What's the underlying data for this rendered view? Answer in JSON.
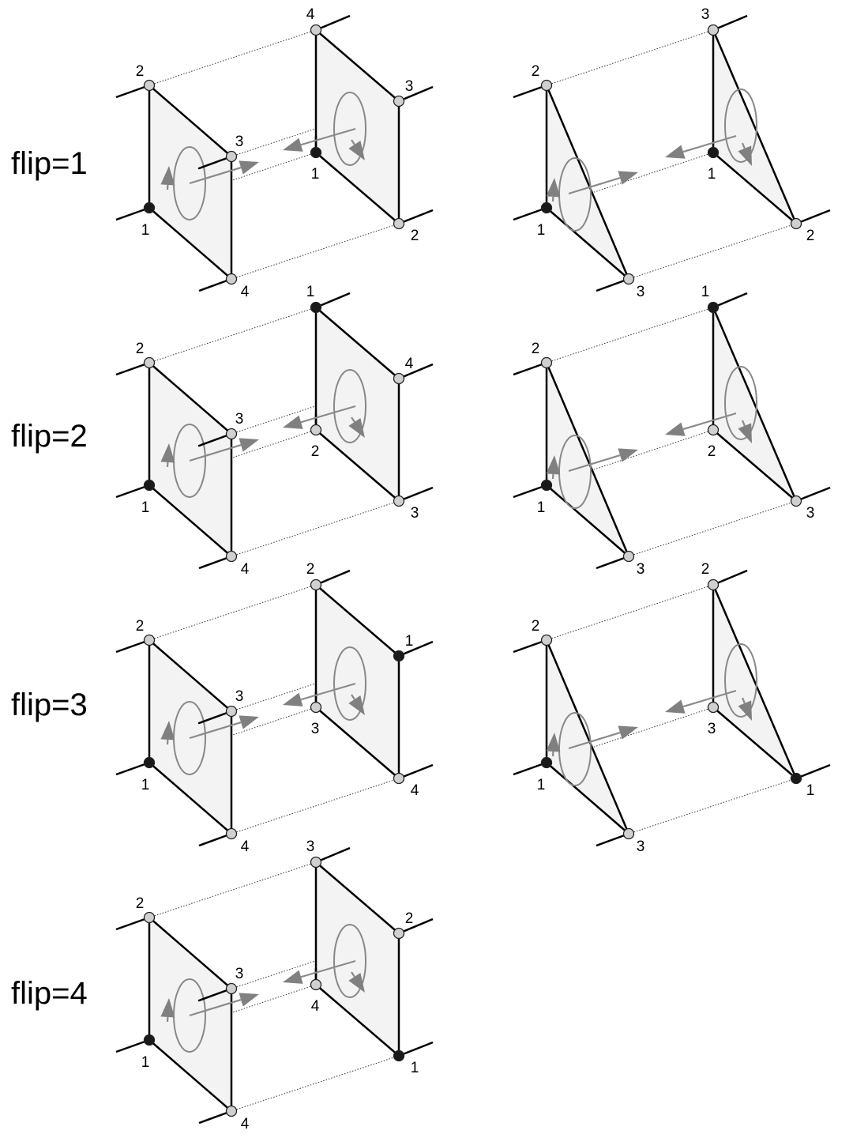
{
  "rows": [
    {
      "label": "flip=1"
    },
    {
      "label": "flip=2"
    },
    {
      "label": "flip=3"
    },
    {
      "label": "flip=4"
    }
  ],
  "diagrams": [
    {
      "row": 0,
      "kind": "quad",
      "left": [
        "1",
        "2",
        "3",
        "4"
      ],
      "right": {
        "top": "4",
        "upperRight": "3",
        "center": "1",
        "lowerRight": "2"
      },
      "dark_left": "1",
      "dark_right": "center"
    },
    {
      "row": 0,
      "kind": "tri",
      "left": [
        "1",
        "2",
        "3"
      ],
      "right": {
        "top": "3",
        "center": "1",
        "lowerRight": "2"
      },
      "dark_left": "1",
      "dark_right": "center"
    },
    {
      "row": 1,
      "kind": "quad",
      "left": [
        "1",
        "2",
        "3",
        "4"
      ],
      "right": {
        "top": "1",
        "upperRight": "4",
        "center": "2",
        "lowerRight": "3"
      },
      "dark_left": "1",
      "dark_right": "top"
    },
    {
      "row": 1,
      "kind": "tri",
      "left": [
        "1",
        "2",
        "3"
      ],
      "right": {
        "top": "1",
        "center": "2",
        "lowerRight": "3"
      },
      "dark_left": "1",
      "dark_right": "top"
    },
    {
      "row": 2,
      "kind": "quad",
      "left": [
        "1",
        "2",
        "3",
        "4"
      ],
      "right": {
        "top": "2",
        "upperRight": "1",
        "center": "3",
        "lowerRight": "4"
      },
      "dark_left": "1",
      "dark_right": "upperRight"
    },
    {
      "row": 2,
      "kind": "tri",
      "left": [
        "1",
        "2",
        "3"
      ],
      "right": {
        "top": "2",
        "center": "3",
        "lowerRight": "1"
      },
      "dark_left": "1",
      "dark_right": "lowerRight"
    },
    {
      "row": 3,
      "kind": "quad",
      "left": [
        "1",
        "2",
        "3",
        "4"
      ],
      "right": {
        "top": "3",
        "upperRight": "2",
        "center": "4",
        "lowerRight": "1"
      },
      "dark_left": "1",
      "dark_right": "lowerRight"
    }
  ],
  "colors": {
    "node_dark": "#1a1a1a",
    "node_light": "#d0d0d0",
    "face": "#f3f3f3",
    "arrow": "#808080"
  }
}
